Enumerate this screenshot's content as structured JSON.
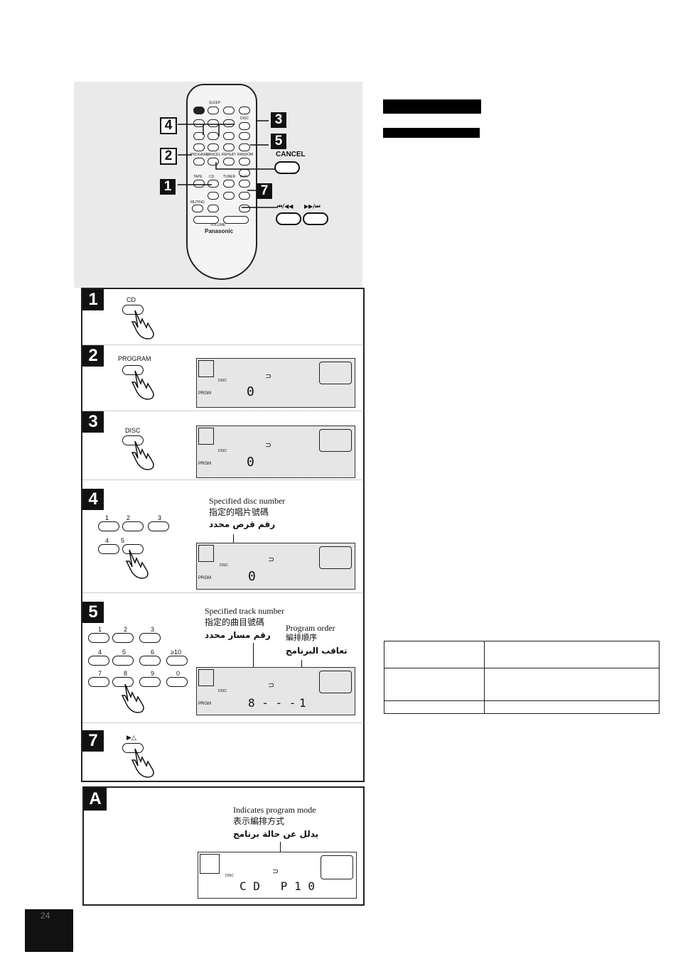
{
  "remote": {
    "brand": "Panasonic",
    "button_labels": [
      "SLEEP",
      "DISC",
      "PROGRAM",
      "CANCEL",
      "REPEAT",
      "RANDOM",
      "TAPE",
      "CD",
      "TUNER",
      "AUX",
      "MUTING",
      "VOLUME"
    ],
    "callouts": [
      "4",
      "3",
      "5",
      "2",
      "1",
      "7"
    ],
    "external_labels": {
      "cancel": "CANCEL",
      "skip_back": "⏮/◀◀",
      "skip_fwd": "▶▶/⏭"
    }
  },
  "header_bars": [
    "",
    ""
  ],
  "steps": [
    {
      "num": "1",
      "button": "CD"
    },
    {
      "num": "2",
      "button": "PROGRAM",
      "display": {
        "disc_label": "DISC",
        "mode": "PRGM",
        "digit": "0"
      }
    },
    {
      "num": "3",
      "button": "DISC",
      "display": {
        "disc_label": "DISC",
        "mode": "PRGM",
        "digit": "0"
      }
    },
    {
      "num": "4",
      "keys": [
        "1",
        "2",
        "3",
        "4",
        "5"
      ],
      "captions": [
        "Specified disc number",
        "指定的唱片號碼",
        "رقم قرص محدد"
      ],
      "display": {
        "disc_label": "DISC",
        "mode": "PRGM",
        "digit": "0"
      }
    },
    {
      "num": "5",
      "keys": [
        "1",
        "2",
        "3",
        "4",
        "5",
        "6",
        "≥10",
        "7",
        "8",
        "9",
        "0"
      ],
      "captions": [
        "Specified track number",
        "指定的曲目號碼",
        "رقم مسار محدد"
      ],
      "captions2": [
        "Program order",
        "編排順序",
        "تعاقب البرنامج"
      ],
      "display": {
        "disc_label": "DISC",
        "mode": "PRGM",
        "digit": "8 - - -",
        "order": "1"
      }
    },
    {
      "num": "7",
      "button": "▶△"
    }
  ],
  "section_a": {
    "letter": "A",
    "captions": [
      "Indicates program mode",
      "表示編排方式",
      "يدلل عن حالة برنامج"
    ],
    "display": {
      "disc_label": "DISC",
      "text": "C D   P 1 0"
    }
  },
  "table": {
    "rows": [
      [
        "",
        ""
      ],
      [
        "",
        ""
      ],
      [
        "",
        ""
      ]
    ]
  },
  "page_number": "24"
}
